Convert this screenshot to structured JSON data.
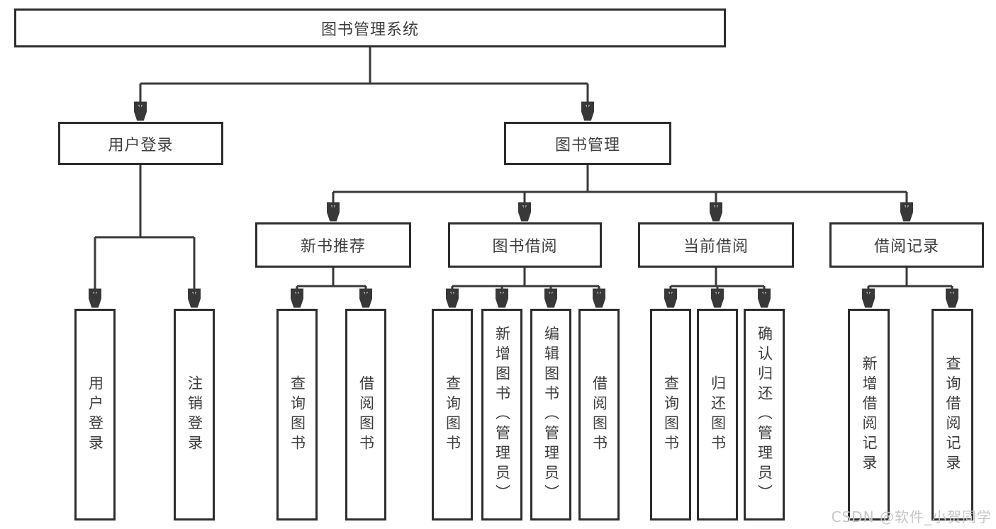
{
  "watermark": "CSDN @软件_小贺同学",
  "colors": {
    "background": "#ffffff",
    "line": "#383838",
    "box_border": "#2d2d2d",
    "text": "#3d3d3d",
    "watermark": "#c7c7c7"
  },
  "diagram": {
    "root": {
      "label": "图书管理系统"
    },
    "level2": [
      {
        "label": "用户登录"
      },
      {
        "label": "图书管理"
      }
    ],
    "level3": [
      {
        "label": "新书推荐",
        "parent": "图书管理"
      },
      {
        "label": "图书借阅",
        "parent": "图书管理"
      },
      {
        "label": "当前借阅",
        "parent": "图书管理"
      },
      {
        "label": "借阅记录",
        "parent": "图书管理"
      }
    ],
    "leaves": [
      {
        "label": "用户登录",
        "parent": "用户登录"
      },
      {
        "label": "注销登录",
        "parent": "用户登录"
      },
      {
        "label": "查询图书",
        "parent": "新书推荐"
      },
      {
        "label": "借阅图书",
        "parent": "新书推荐"
      },
      {
        "label": "查询图书",
        "parent": "图书借阅"
      },
      {
        "label": "新增图书（管理员）",
        "parent": "图书借阅"
      },
      {
        "label": "编辑图书（管理员）",
        "parent": "图书借阅"
      },
      {
        "label": "借阅图书",
        "parent": "图书借阅"
      },
      {
        "label": "查询图书",
        "parent": "当前借阅"
      },
      {
        "label": "归还图书",
        "parent": "当前借阅"
      },
      {
        "label": "确认归还（管理员）",
        "parent": "当前借阅"
      },
      {
        "label": "新增借阅记录",
        "parent": "借阅记录"
      },
      {
        "label": "查询借阅记录",
        "parent": "借阅记录"
      }
    ]
  }
}
